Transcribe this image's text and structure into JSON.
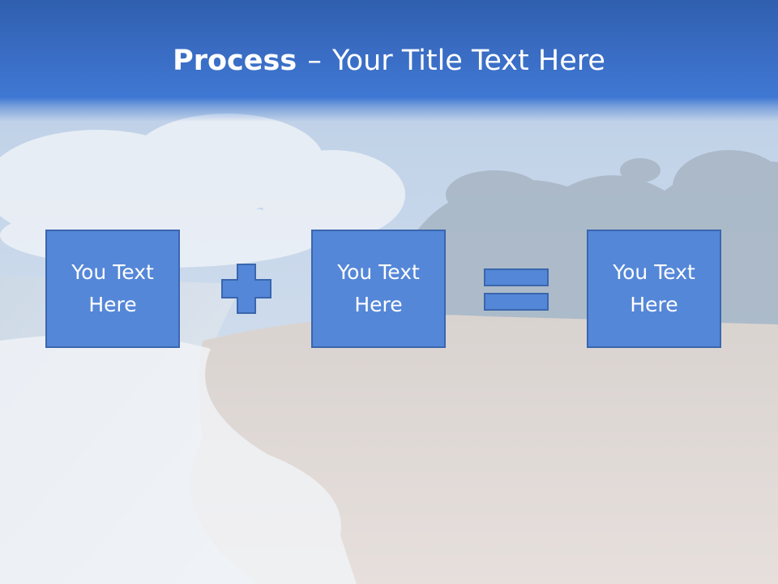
{
  "slide": {
    "title_bold": "Process",
    "title_separator": "–",
    "title_rest": "Your Title Text Here"
  },
  "boxes": [
    {
      "text": "You Text Here"
    },
    {
      "text": "You Text Here"
    },
    {
      "text": "You Text Here"
    }
  ],
  "operators": [
    "plus-icon",
    "equals-icon"
  ],
  "colors": {
    "header": "#3a6dc4",
    "box_fill": "#5587d8",
    "box_border": "#3a66ad",
    "text": "#ffffff"
  }
}
